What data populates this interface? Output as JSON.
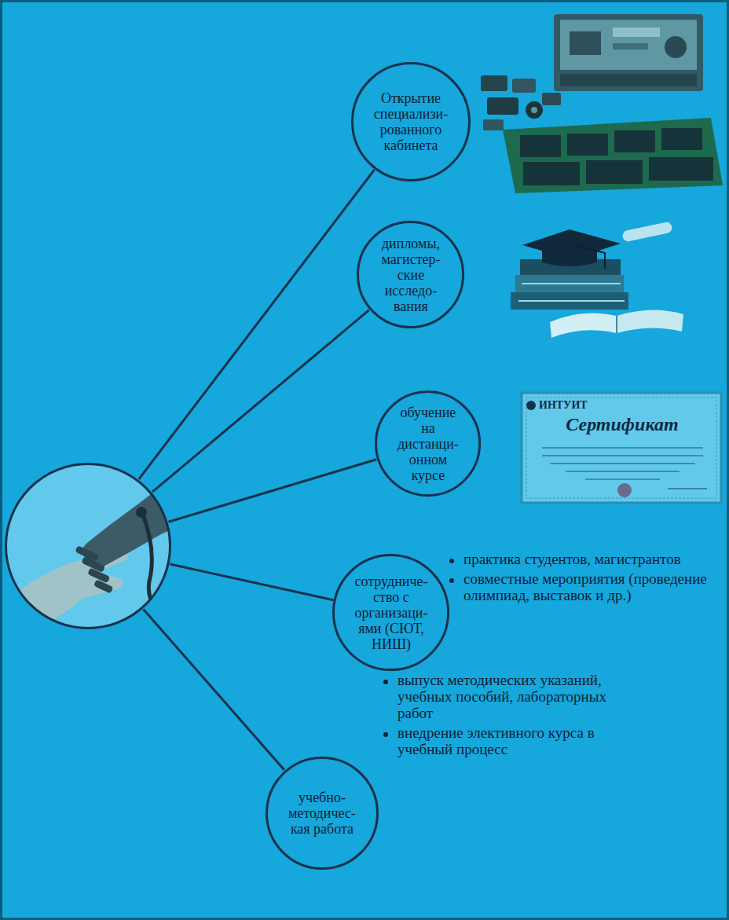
{
  "diagram": {
    "nodes": [
      {
        "text": []
      },
      {
        "text": [
          "Открытие специализи- рованного кабинета"
        ]
      },
      {
        "text": [
          "дипломы, магистер- ские исследо- вания"
        ]
      },
      {
        "text": [
          "обучение на дистанци- онном курсе"
        ]
      },
      {
        "text": [
          "сотрудниче- ство с организаци- ями (СЮТ, НИШ)"
        ]
      },
      {
        "text": [
          "учебно- методичес- кая работа"
        ]
      }
    ],
    "edges": [
      {
        "from": 0,
        "to": 1,
        "arrow": "none"
      },
      {
        "from": 0,
        "to": 2,
        "arrow": "none"
      },
      {
        "from": 0,
        "to": 3,
        "arrow": "none"
      },
      {
        "from": 0,
        "to": 4,
        "arrow": "none"
      },
      {
        "from": 0,
        "to": 5,
        "arrow": "none"
      }
    ],
    "labels": [
      "ИНТУИТ",
      "Сертификат",
      "практика студентов, магистрантов",
      "совместные мероприятия (проведение олимпиад, выставок и др.)",
      "выпуск методических указаний, учебных пособий, лабораторных работ",
      "внедрение элективного курса в учебный процесс"
    ]
  }
}
